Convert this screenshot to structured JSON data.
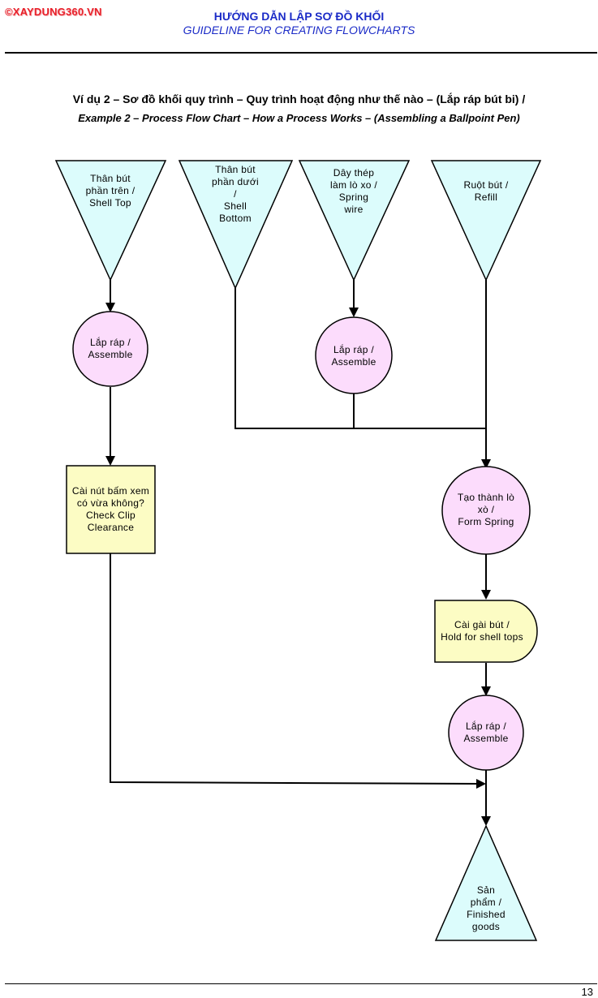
{
  "header": {
    "logo": "©XAYDUNG360.VN",
    "title_vi": "HƯỚNG DẪN LẬP SƠ ĐỒ KHỐI",
    "title_en": "GUIDELINE FOR CREATING FLOWCHARTS"
  },
  "example": {
    "title_vi": "Ví dụ 2 – Sơ đồ khối quy trình – Quy trình hoạt động như thế nào – (Lắp ráp bút bi) /",
    "title_en": "Example 2 – Process Flow Chart – How a Process Works – (Assembling a Ballpoint Pen)"
  },
  "nodes": {
    "shell_top": "Thân bút\nphần trên /\nShell Top",
    "shell_bottom": "Thân bút\nphần dưới\n/\nShell\nBottom",
    "spring_wire": "Dây thép\nlàm lò xo /\nSpring\nwire",
    "refill": "Ruột bút /\nRefill",
    "assemble_1": "Lắp ráp /\nAssemble",
    "assemble_2": "Lắp ráp /\nAssemble",
    "check_clip": "Cài nút bấm xem\ncó vừa không?\nCheck Clip\nClearance",
    "form_spring": "Tạo thành lò\nxò /\nForm Spring",
    "hold_shell": "Cài gài bút /\nHold for shell tops",
    "assemble_3": "Lắp ráp /\nAssemble",
    "finished": "Sản\nphẩm /\nFinished\ngoods"
  },
  "colors": {
    "triangle_fill": "#dcfcfc",
    "circle_fill": "#fcdcfc",
    "box_fill": "#fcfcc4",
    "header_blue": "#1b2bc7",
    "logo_red": "#e8202a"
  },
  "footer": {
    "page_number": "13"
  }
}
